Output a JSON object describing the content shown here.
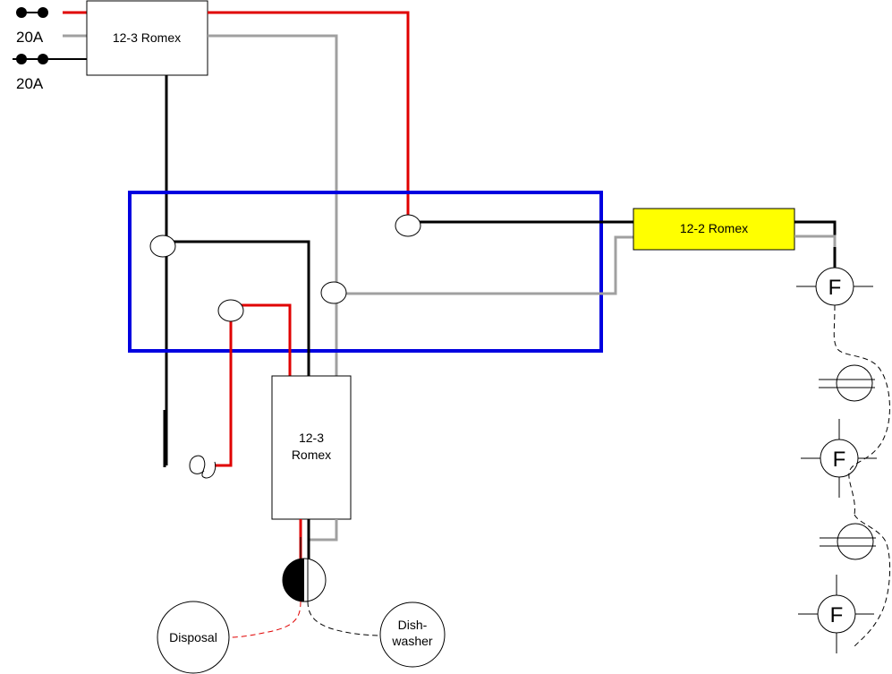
{
  "breakers": [
    {
      "label": "20A"
    },
    {
      "label": "20A"
    }
  ],
  "cables": {
    "main": "12-3 Romex",
    "branch": "12-2 Romex",
    "lower_line1": "12-3",
    "lower_line2": "Romex"
  },
  "fixtures": [
    {
      "symbol": "F"
    },
    {
      "symbol": "F"
    },
    {
      "symbol": "F"
    }
  ],
  "appliances": {
    "disposal": "Disposal",
    "dishwasher_line1": "Dish-",
    "dishwasher_line2": "washer"
  },
  "colors": {
    "hot_red": "#e00000",
    "hot_black": "#000000",
    "neutral": "#a0a0a0",
    "box": "#0000e0",
    "romex_yellow": "#ffff00"
  }
}
